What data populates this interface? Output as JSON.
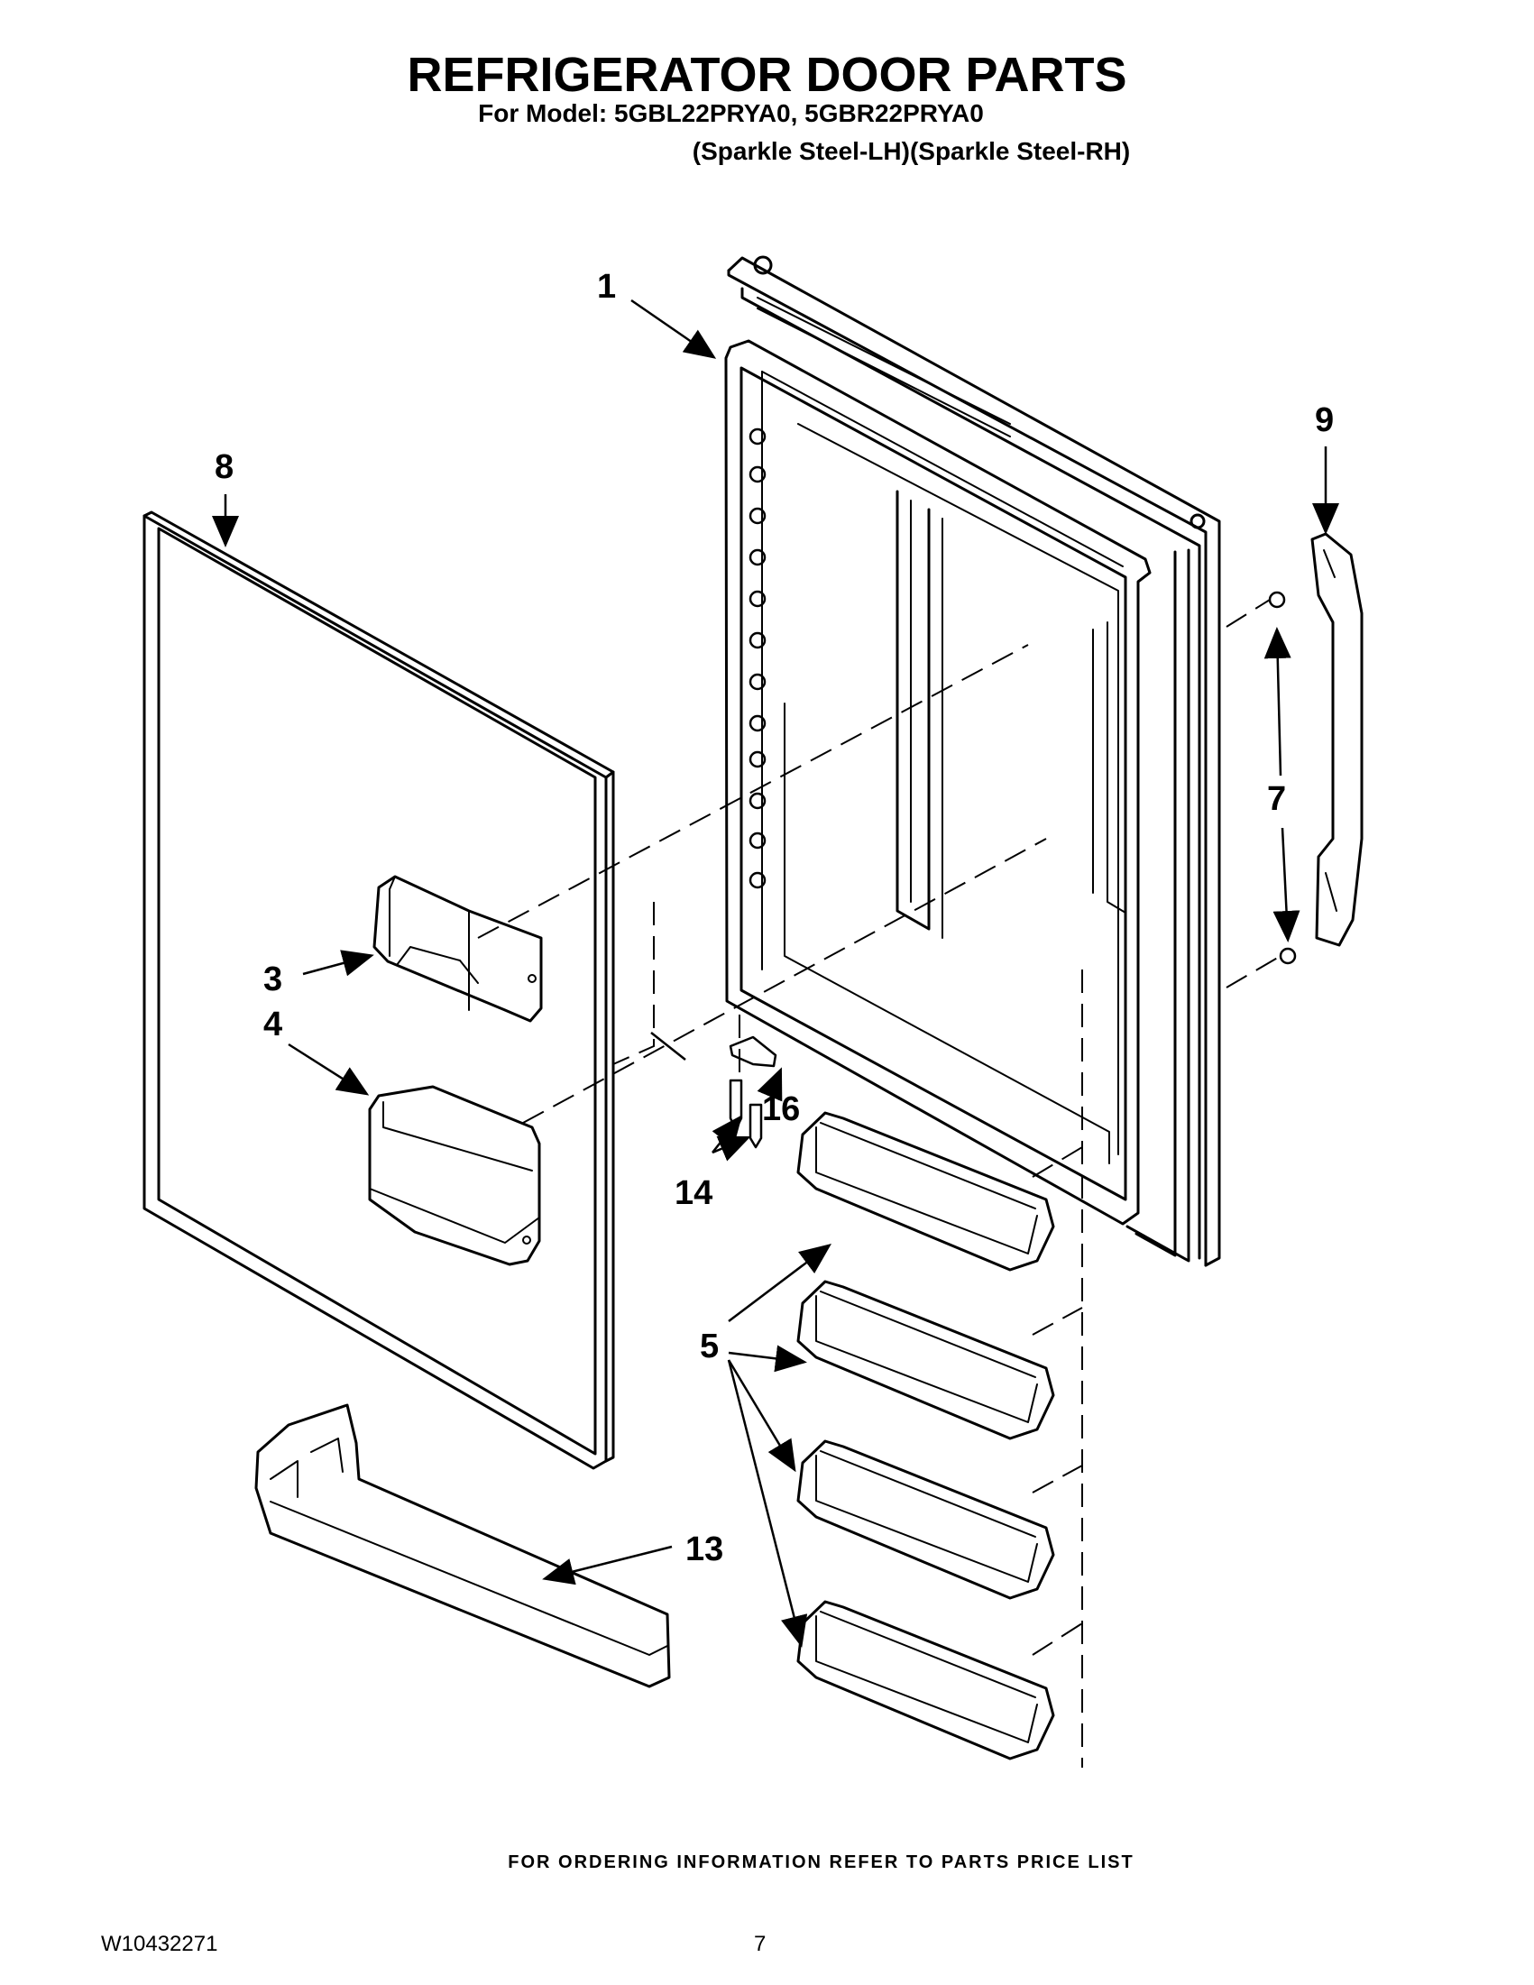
{
  "header": {
    "title": "REFRIGERATOR DOOR PARTS",
    "model_line": "For Model: 5GBL22PRYA0, 5GBR22PRYA0",
    "variant_line": "(Sparkle Steel-LH)(Sparkle Steel-RH)"
  },
  "callouts": {
    "c1": "1",
    "c3": "3",
    "c4": "4",
    "c5": "5",
    "c7": "7",
    "c8": "8",
    "c9": "9",
    "c13": "13",
    "c14": "14",
    "c16": "16"
  },
  "footer": {
    "ordering_note": "FOR ORDERING INFORMATION REFER TO PARTS PRICE LIST",
    "document_number": "W10432271",
    "page_number": "7"
  }
}
